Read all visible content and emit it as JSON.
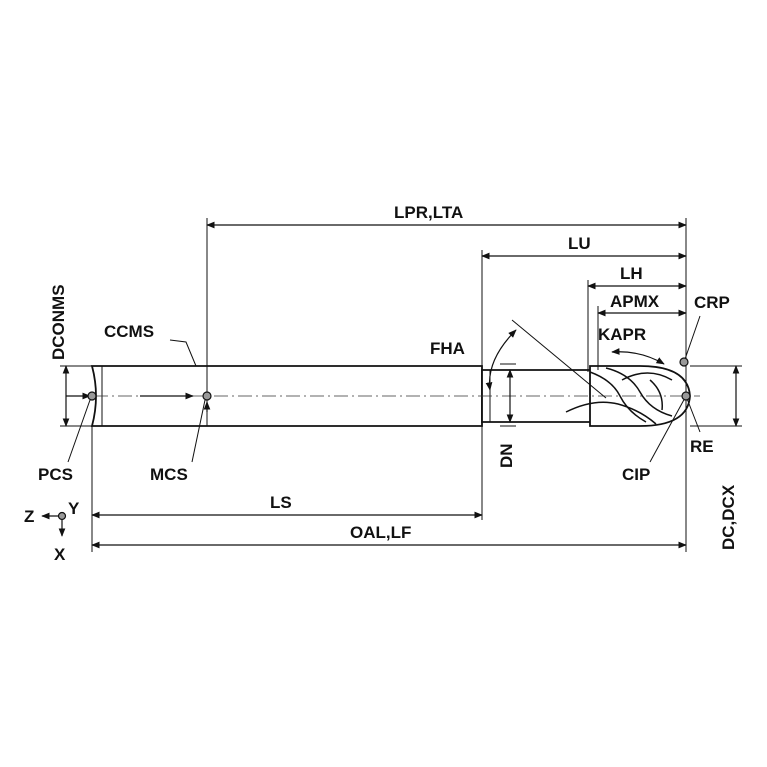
{
  "labels": {
    "lpr_lta": "LPR,LTA",
    "lu": "LU",
    "lh": "LH",
    "apmx": "APMX",
    "crp": "CRP",
    "kapr": "KAPR",
    "fha": "FHA",
    "ccms": "CCMS",
    "dconms": "DCONMS",
    "pcs": "PCS",
    "mcs": "MCS",
    "dn": "DN",
    "cip": "CIP",
    "re": "RE",
    "ls": "LS",
    "oal_lf": "OAL,LF",
    "dc_dcx": "DC,DCX",
    "axis_z": "Z",
    "axis_y": "Y",
    "axis_x": "X"
  }
}
